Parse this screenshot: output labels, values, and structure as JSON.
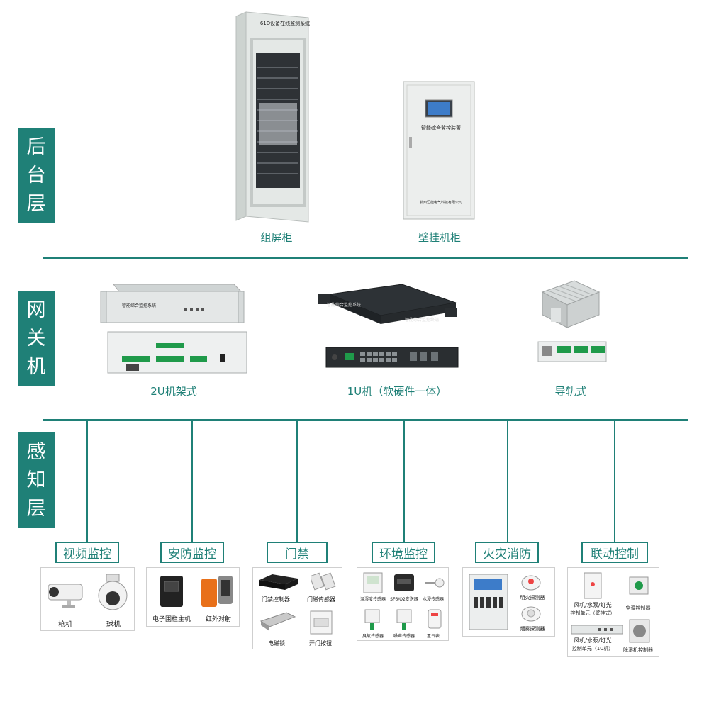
{
  "layers": {
    "backend": [
      "后",
      "台",
      "层"
    ],
    "gateway": [
      "网",
      "关",
      "机"
    ],
    "sensing": [
      "感",
      "知",
      "层"
    ]
  },
  "backend": {
    "cabinet_caption": "组屏柜",
    "cabinet_top_label": "61D设备在线监测系统",
    "wall_caption": "壁挂机柜",
    "wall_label": "智能综合监控装置",
    "wall_company": "杭州汇能电气科技有限公司"
  },
  "gateway": {
    "rack2u_caption": "2U机架式",
    "rack2u_label": "智能综合监控系统",
    "rack1u_caption": "1U机（软硬件一体）",
    "rack1u_label": "智能综合监控系统",
    "rack1u_front_label": "智能综合监控终端",
    "rail_caption": "导轨式"
  },
  "categories": [
    {
      "label": "视频监控",
      "items": [
        "枪机",
        "球机"
      ]
    },
    {
      "label": "安防监控",
      "items": [
        "电子围栏主机",
        "红外对射"
      ]
    },
    {
      "label": "门禁",
      "items": [
        "门禁控制器",
        "门磁传感器",
        "电磁锁",
        "开门按钮"
      ]
    },
    {
      "label": "环境监控",
      "items": [
        "温湿度传感器",
        "SF6/O2变送器",
        "水浸传感器",
        "臭氧传感器",
        "噪声传感器",
        "氢气表"
      ]
    },
    {
      "label": "火灾消防",
      "items": [
        "明火探测器",
        "烟雾探测器"
      ]
    },
    {
      "label": "联动控制",
      "items": [
        "风机/水泵/灯光",
        "控制单元（壁挂式）",
        "空调控制器",
        "风机/水泵/灯光",
        "控制单元（1U机）",
        "除湿机控制器"
      ]
    }
  ],
  "colors": {
    "accent": "#1f8077"
  }
}
